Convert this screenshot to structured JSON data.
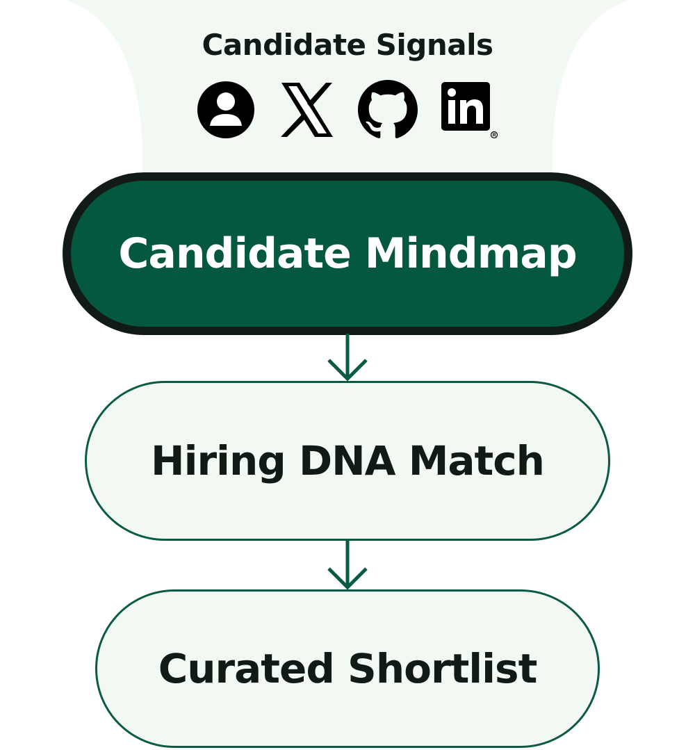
{
  "header": {
    "title": "Candidate Signals"
  },
  "signal_icons": [
    {
      "name": "profile-icon"
    },
    {
      "name": "x-icon"
    },
    {
      "name": "github-icon"
    },
    {
      "name": "linkedin-icon"
    }
  ],
  "flow": {
    "step_1": "Candidate Mindmap",
    "step_2": "Hiring DNA Match",
    "step_3": "Curated Shortlist"
  },
  "colors": {
    "primary": "#03583f",
    "outline": "#121a17",
    "secondary_fill": "#f2f8f2",
    "funnel_fill": "#f2f8f2",
    "arrow": "#0a5a44"
  }
}
